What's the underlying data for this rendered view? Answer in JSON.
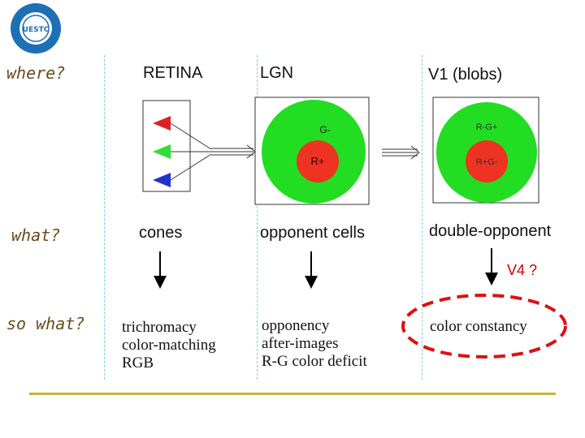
{
  "rows": {
    "where": "where?",
    "what": "what?",
    "so_what": "so what?"
  },
  "columns": {
    "retina": "RETINA",
    "lgn": "LGN",
    "v1": "V1 (blobs)"
  },
  "lgn_cell": {
    "surround": "G-",
    "center": "R+"
  },
  "v1_cell": {
    "surround": "R-G+",
    "center": "R+G-"
  },
  "what_labels": {
    "retina": "cones",
    "lgn": "opponent cells",
    "v1": "double-opponent"
  },
  "v4_label": "V4 ?",
  "so_what": {
    "retina": [
      "trichromacy",
      "color-matching",
      "RGB"
    ],
    "lgn": [
      "opponency",
      "after-images",
      "R-G color deficit"
    ],
    "v1": [
      "color constancy"
    ]
  },
  "logo": {
    "text": "UESTC"
  },
  "colors": {
    "green": "#22dd22",
    "red": "#ee3322",
    "cone_red": "#dd2222",
    "cone_green": "#33dd33",
    "cone_blue": "#2233cc",
    "highlight": "#dd1111",
    "logo_blue": "#1d6fb6"
  }
}
